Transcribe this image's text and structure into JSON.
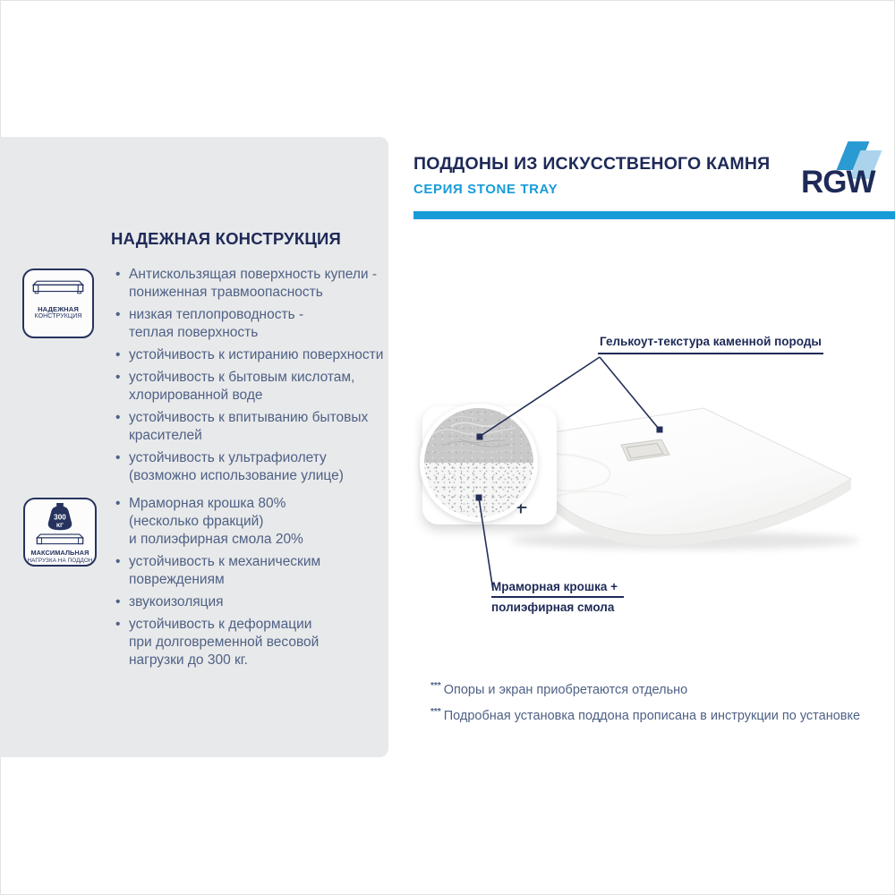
{
  "header": {
    "title": "ПОДДОНЫ ИЗ ИСКУССТВЕНОГО КАМНЯ",
    "subtitle": "СЕРИЯ STONE TRAY",
    "logo_text": "RGW"
  },
  "colors": {
    "navy": "#1e2a57",
    "accent_blue": "#189cd9",
    "body_text": "#4f6186",
    "panel_bg": "#e8e9ea",
    "logo_blue": "#2a9ad2",
    "logo_light_blue": "#abd4ec"
  },
  "panel": {
    "heading": "НАДЕЖНАЯ КОНСТРУКЦИЯ",
    "badge_construction": {
      "label_line1": "НАДЕЖНАЯ",
      "label_line2": "КОНСТРУКЦИЯ"
    },
    "badge_load": {
      "weight_value": "300",
      "weight_unit": "КГ",
      "label_line1": "МАКСИМАЛЬНАЯ",
      "label_line2": "НАГРУЗКА НА ПОДДОН"
    },
    "list1": [
      "Антискользящая поверхность купели -\nпониженная травмоопасность",
      "низкая теплопроводность -\n теплая поверхность",
      "устойчивость к истиранию поверхности",
      "устойчивость к бытовым кислотам,\nхлорированной воде",
      "устойчивость к впитыванию бытовых\nкрасителей",
      "устойчивость к ультрафиолету\n(возможно использование улице)"
    ],
    "list2": [
      "Мраморная крошка 80%\n(несколько фракций)\n и полиэфирная смола 20%",
      "устойчивость к механическим\nповреждениям",
      "звукоизоляция",
      "устойчивость к деформации\nпри долговременной весовой\nнагрузки до 300 кг."
    ]
  },
  "diagram": {
    "label_top": "Гелькоут-текстура каменной породы",
    "label_bottom_line1": "Мраморная крошка +",
    "label_bottom_line2": "полиэфирная смола",
    "zoom_plus": "+"
  },
  "footnotes": [
    {
      "stars": "***",
      "text": "Опоры и экран приобретаются отдельно"
    },
    {
      "stars": "***",
      "text": "Подробная установка поддона прописана в инструкции по установке"
    }
  ]
}
